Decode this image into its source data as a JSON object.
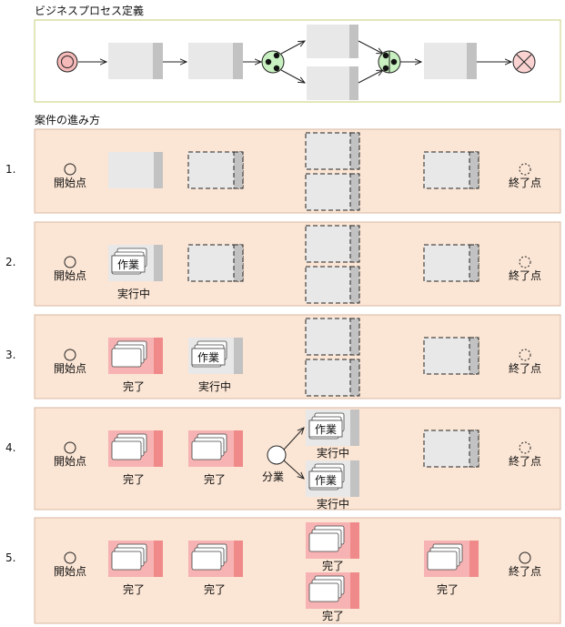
{
  "titles": {
    "definition": "ビジネスプロセス定義",
    "progress": "案件の進み方"
  },
  "labels": {
    "start": "開始点",
    "end": "終了点",
    "work": "作業",
    "running": "実行中",
    "done": "完了",
    "branch": "分業"
  },
  "colors": {
    "definition_border": "#c8cc7a",
    "panel_fill": "#fbe5d4",
    "panel_border": "#d9b9a3",
    "task_fill": "#e8e8e8",
    "task_shade": "#c2c2c2",
    "done_fill": "#f7b3b3",
    "done_shade": "#f08a8a",
    "gateway_fill": "#c9f0c0",
    "start_fill": "#f6b9b9",
    "end_fill": "#fbd2d2"
  },
  "steps": [
    {
      "number": "1.",
      "start": "開始点",
      "end": "終了点",
      "task1": "",
      "task2": "",
      "par_top": "",
      "par_bottom": "",
      "branch": "",
      "task4": ""
    },
    {
      "number": "2.",
      "start": "開始点",
      "end": "終了点",
      "task1": "実行中",
      "task2": "",
      "par_top": "",
      "par_bottom": "",
      "branch": "",
      "task4": ""
    },
    {
      "number": "3.",
      "start": "開始点",
      "end": "終了点",
      "task1": "完了",
      "task2": "実行中",
      "par_top": "",
      "par_bottom": "",
      "branch": "",
      "task4": ""
    },
    {
      "number": "4.",
      "start": "開始点",
      "end": "終了点",
      "task1": "完了",
      "task2": "完了",
      "par_top": "実行中",
      "par_bottom": "実行中",
      "branch": "分業",
      "task4": ""
    },
    {
      "number": "5.",
      "start": "開始点",
      "end": "終了点",
      "task1": "完了",
      "task2": "完了",
      "par_top": "完了",
      "par_bottom": "完了",
      "branch": "",
      "task4": "完了"
    }
  ]
}
